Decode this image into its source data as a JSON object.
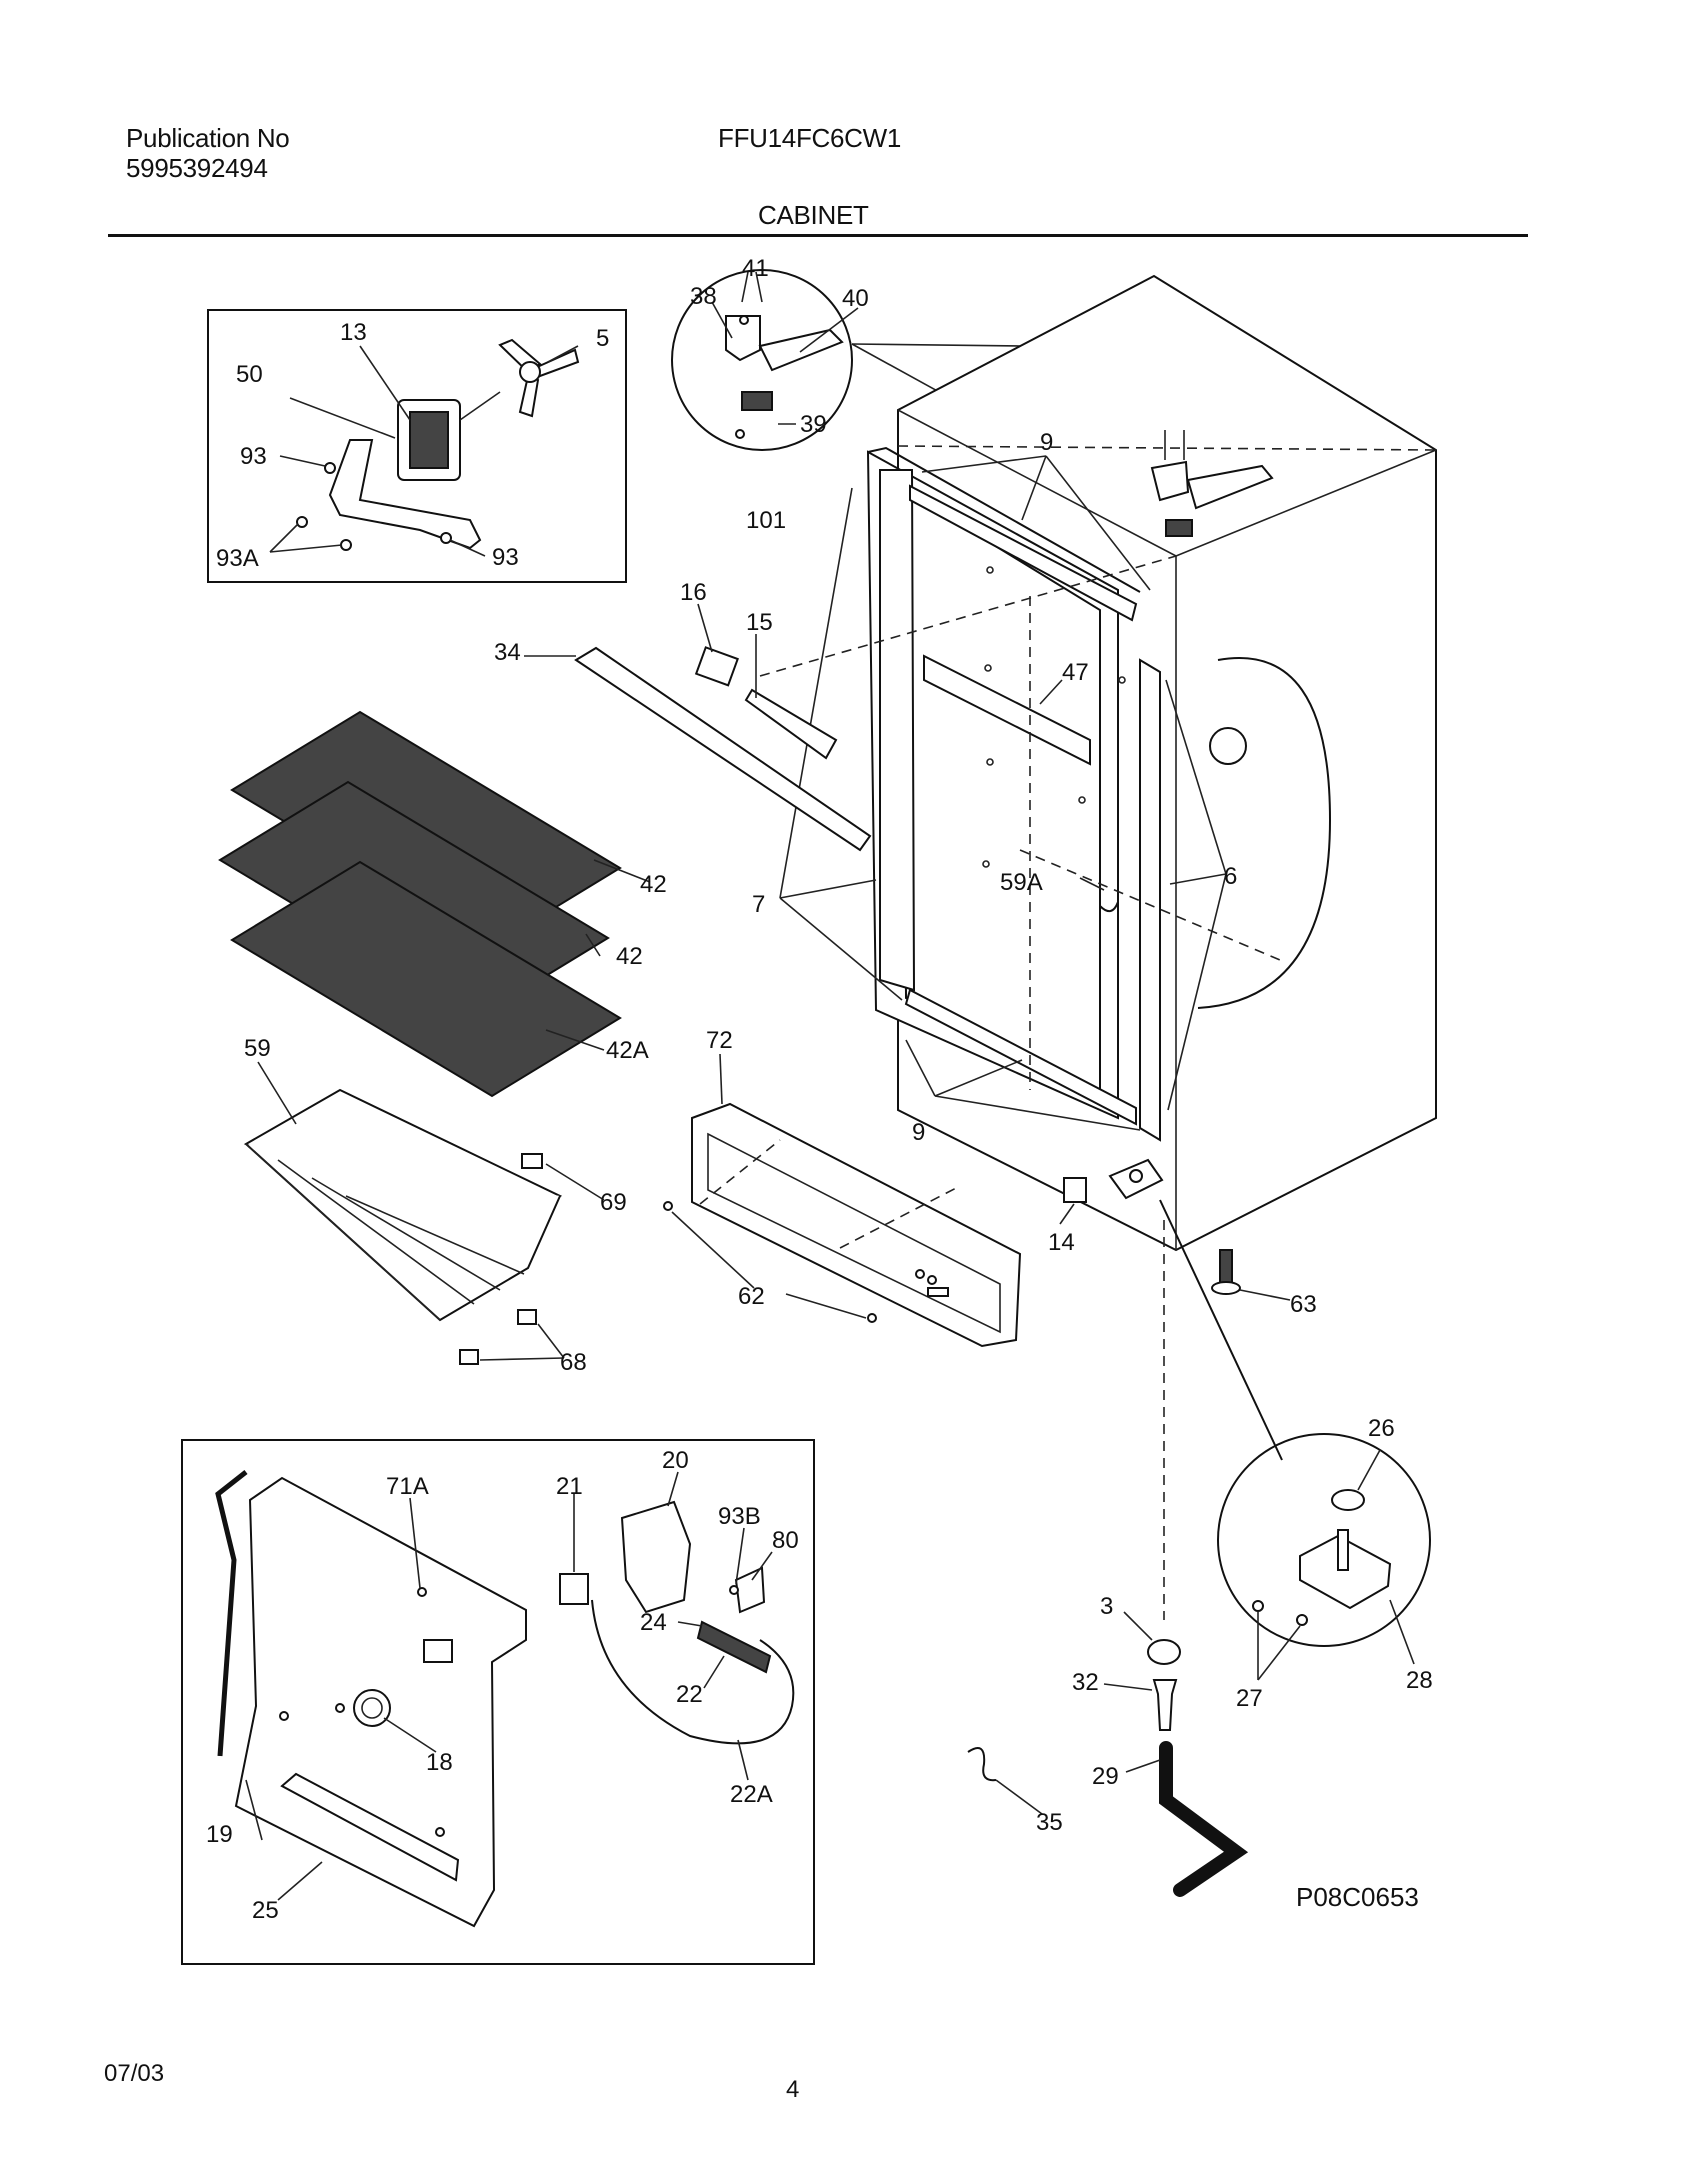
{
  "header": {
    "publication_label": "Publication No",
    "publication_number": "5995392494",
    "model": "FFU14FC6CW1",
    "section": "CABINET"
  },
  "footer": {
    "date": "07/03",
    "page": "4",
    "diagram_code": "P08C0653"
  },
  "callouts": {
    "c41": "41",
    "c38": "38",
    "c40": "40",
    "c39": "39",
    "c101": "101",
    "c13": "13",
    "c5": "5",
    "c50": "50",
    "c93a": "93",
    "c93b": "93",
    "c93A": "93A",
    "c9a": "9",
    "c16": "16",
    "c15": "15",
    "c34": "34",
    "c47": "47",
    "c42a": "42",
    "c42b": "42",
    "c42A": "42A",
    "c7": "7",
    "c59A": "59A",
    "c6": "6",
    "c59": "59",
    "c72": "72",
    "c9b": "9",
    "c69": "69",
    "c14": "14",
    "c62": "62",
    "c63": "63",
    "c68": "68",
    "c26": "26",
    "c71A": "71A",
    "c20": "20",
    "c21": "21",
    "c93B": "93B",
    "c80": "80",
    "c24": "24",
    "c22": "22",
    "c3": "3",
    "c28": "28",
    "c32": "32",
    "c27": "27",
    "c18": "18",
    "c22A": "22A",
    "c29": "29",
    "c35": "35",
    "c19": "19",
    "c25": "25"
  }
}
